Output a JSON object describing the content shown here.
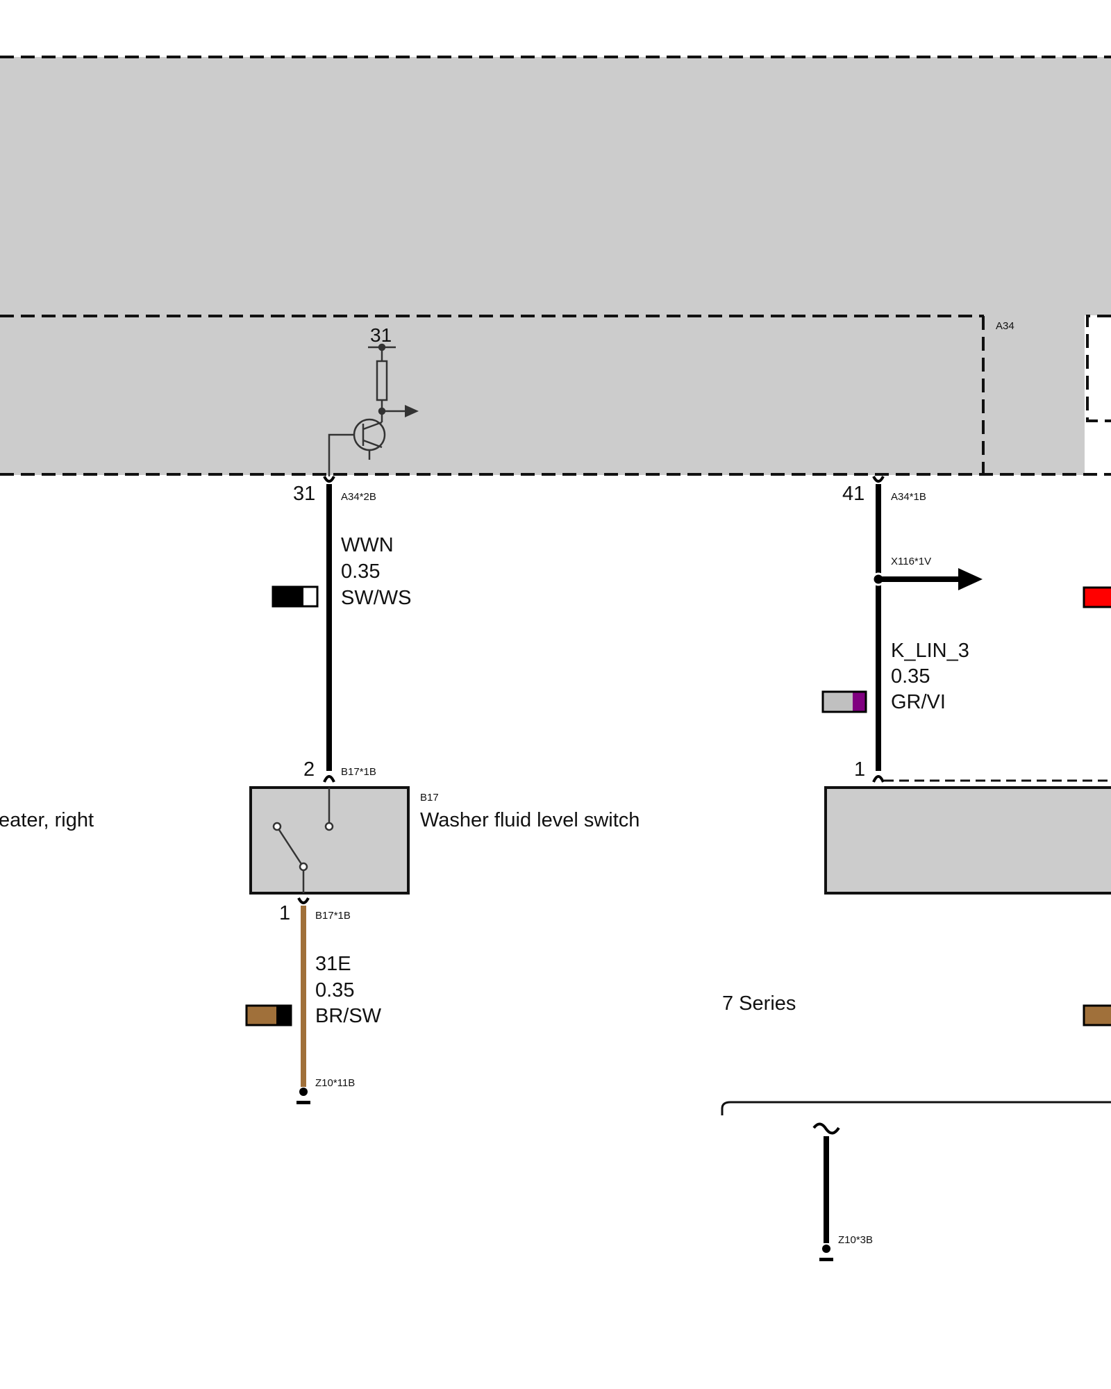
{
  "module": {
    "id": "A34",
    "ground_ref": "31"
  },
  "pins": {
    "a34_31": {
      "number": "31",
      "connector": "A34*2B"
    },
    "a34_41": {
      "number": "41",
      "connector": "A34*1B"
    },
    "b17_2": {
      "number": "2",
      "connector": "B17*1B"
    },
    "b17_1": {
      "number": "1",
      "connector": "B17*1B"
    },
    "right_1": {
      "number": "1"
    }
  },
  "wires": {
    "wwn": {
      "signal": "WWN",
      "size": "0.35",
      "color_code": "SW/WS",
      "colors": [
        "#000000",
        "#ffffff"
      ]
    },
    "k_lin_3": {
      "signal": "K_LIN_3",
      "size": "0.35",
      "color_code": "GR/VI",
      "colors": [
        "#c0c0c0",
        "#800080"
      ]
    },
    "ground_31e": {
      "signal": "31E",
      "size": "0.35",
      "color_code": "BR/SW",
      "colors": [
        "#a0703a",
        "#000000"
      ]
    }
  },
  "splice": {
    "connector": "X116*1V"
  },
  "components": {
    "b17": {
      "id": "B17",
      "name": "Washer fluid level switch"
    },
    "left_partial": {
      "name": "eater, right"
    }
  },
  "grounds": {
    "z10_11b": {
      "connector": "Z10*11B"
    },
    "z10_3b": {
      "connector": "Z10*3B"
    }
  },
  "notes": {
    "series": "7 Series"
  },
  "colors": {
    "module_fill": "#cccccc",
    "wire_black": "#000000",
    "wire_brown": "#a0703a",
    "offpage_red": "#ff0000",
    "offpage_brown": "#a0703a"
  }
}
